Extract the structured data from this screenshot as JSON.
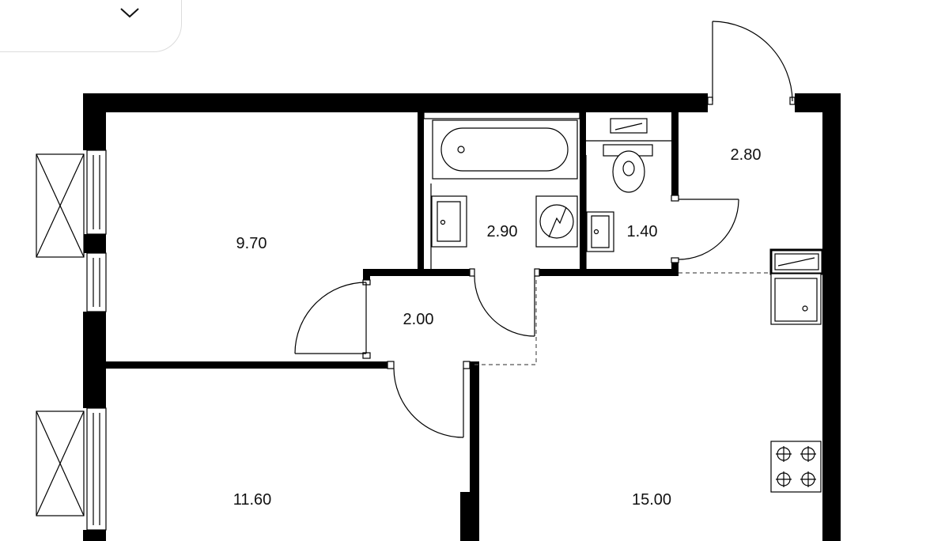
{
  "dropdown": {
    "icon": "chevron-down-icon"
  },
  "rooms": [
    {
      "id": "room-1",
      "area": "9.70"
    },
    {
      "id": "room-2",
      "area": "11.60"
    },
    {
      "id": "hall",
      "area": "2.00"
    },
    {
      "id": "bathroom",
      "area": "2.90"
    },
    {
      "id": "wc",
      "area": "1.40"
    },
    {
      "id": "entry",
      "area": "2.80"
    },
    {
      "id": "kitchen",
      "area": "15.00"
    }
  ],
  "colors": {
    "wall": "#000000",
    "line": "#000000",
    "background": "#ffffff",
    "dropdown_border": "#dcdcdc"
  }
}
